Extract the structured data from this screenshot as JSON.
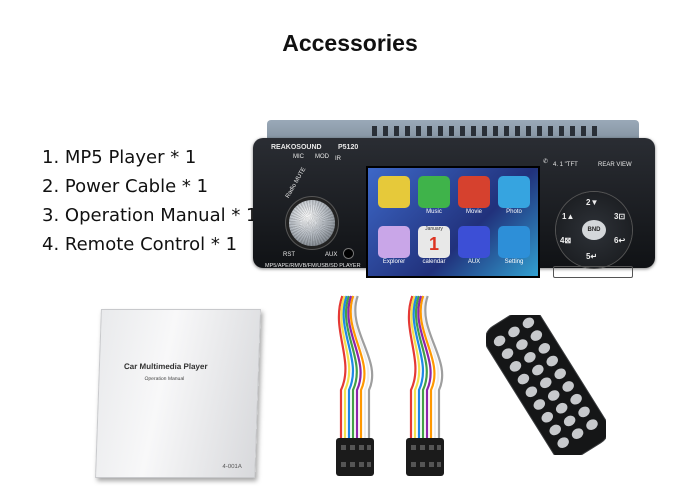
{
  "title": "Accessories",
  "items": [
    "1. MP5 Player * 1",
    "2. Power Cable * 1",
    "3. Operation Manual * 1",
    "4. Remote Control * 1"
  ],
  "head_unit": {
    "brand": "REAKOSOUND",
    "model": "P5120",
    "screen_size": "4. 1 \"TFT",
    "rear_view": "REAR VIEW",
    "bottom_text": "MP5/APE/RMVB/FM/USB/SD PLAYER",
    "buttons": {
      "mic": "MIC",
      "mod": "MOD",
      "ir": "IR",
      "rst": "RST",
      "aux": "AUX",
      "mute": "Radio MUTE",
      "band": "BND"
    },
    "keypad": [
      "1▲",
      "2▼",
      "3⊡",
      "4⊠",
      "5↵",
      "6↩"
    ],
    "apps": [
      {
        "label": "",
        "color": "#e6c93a"
      },
      {
        "label": "Music",
        "color": "#3fb34a"
      },
      {
        "label": "Movie",
        "color": "#d6412e"
      },
      {
        "label": "Photo",
        "color": "#36a4e0"
      },
      {
        "label": "Explorer",
        "color": "#c9a6e8"
      },
      {
        "label": "calendar",
        "color": "#e8e8e8",
        "extra": "January",
        "number": "1"
      },
      {
        "label": "AUX",
        "color": "#3c4fd6"
      },
      {
        "label": "Setting",
        "color": "#2d8fd8"
      }
    ]
  },
  "manual": {
    "title": "Car Multimedia Player",
    "subtitle": "Operation Manual",
    "code": "4-001A"
  },
  "wire_colors": [
    "#e53935",
    "#f4e04d",
    "#1e88e5",
    "#43a047",
    "#8e24aa",
    "#ff9800",
    "#ffffff",
    "#9e9e9e"
  ]
}
